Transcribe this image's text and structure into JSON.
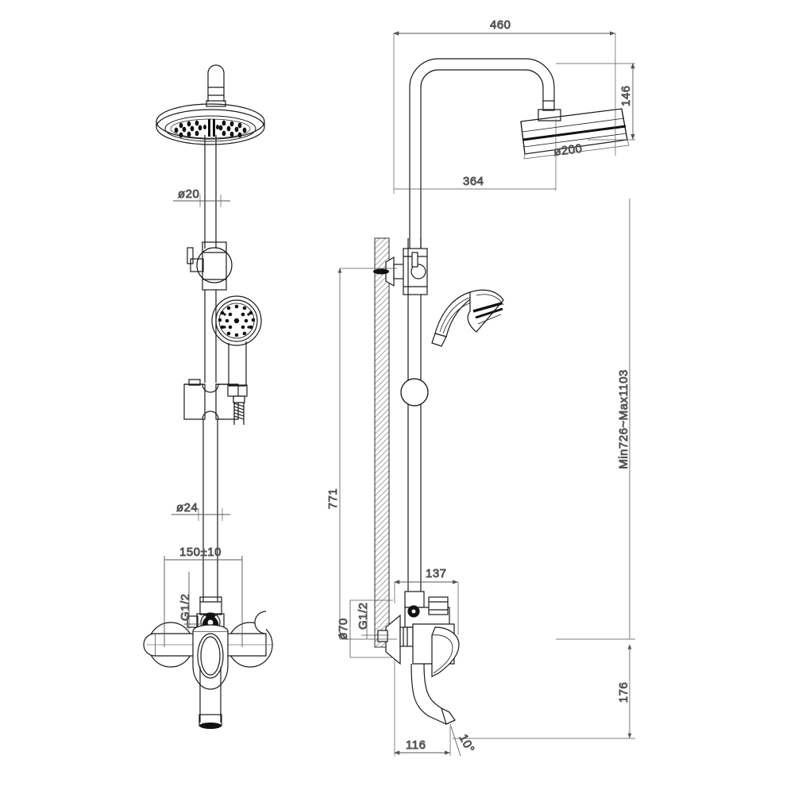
{
  "drawing": {
    "title": "Shower column technical drawing",
    "background_color": "#ffffff",
    "line_color": "#1a1a1a",
    "dimension_color": "#555555",
    "hatch_color": "#808080"
  },
  "views": {
    "front": {
      "name": "front-elevation-view",
      "components": [
        "rain-shower-head",
        "riser-pipe",
        "slide-bar-bracket-upper",
        "hand-shower",
        "shower-holder",
        "flexible-hose",
        "bath-shower-mixer",
        "bath-spout"
      ]
    },
    "side": {
      "name": "side-section-view",
      "components": [
        "shower-arm",
        "rain-shower-head",
        "wall-section",
        "wall-bracket",
        "hand-shower",
        "hose-connector",
        "bath-shower-mixer",
        "bath-spout"
      ]
    }
  },
  "dimensions": {
    "front": [
      {
        "id": "riser-dia-top",
        "label": "ø20",
        "orientation": "horizontal"
      },
      {
        "id": "riser-dia-bottom",
        "label": "ø24",
        "orientation": "horizontal"
      },
      {
        "id": "mixer-centres",
        "label": "150±10",
        "orientation": "horizontal"
      },
      {
        "id": "inlet-thread-front",
        "label": "G1/2",
        "orientation": "vertical"
      }
    ],
    "side": [
      {
        "id": "overall-height-top",
        "label": "460",
        "orientation": "horizontal"
      },
      {
        "id": "head-drop",
        "label": "146",
        "orientation": "vertical"
      },
      {
        "id": "head-diameter",
        "label": "ø200",
        "orientation": "angled"
      },
      {
        "id": "arm-reach",
        "label": "364",
        "orientation": "horizontal"
      },
      {
        "id": "adjustable-range",
        "label": "Min726~Max1103",
        "orientation": "vertical"
      },
      {
        "id": "bar-length",
        "label": "771",
        "orientation": "vertical"
      },
      {
        "id": "spout-projection-upper",
        "label": "137",
        "orientation": "horizontal"
      },
      {
        "id": "escutcheon-dia",
        "label": "ø70",
        "orientation": "vertical"
      },
      {
        "id": "inlet-thread-side",
        "label": "G1/2",
        "orientation": "vertical"
      },
      {
        "id": "spout-drop",
        "label": "176",
        "orientation": "vertical"
      },
      {
        "id": "spout-projection-lower",
        "label": "116",
        "orientation": "horizontal"
      },
      {
        "id": "spout-angle",
        "label": "10°",
        "orientation": "angled"
      }
    ]
  }
}
